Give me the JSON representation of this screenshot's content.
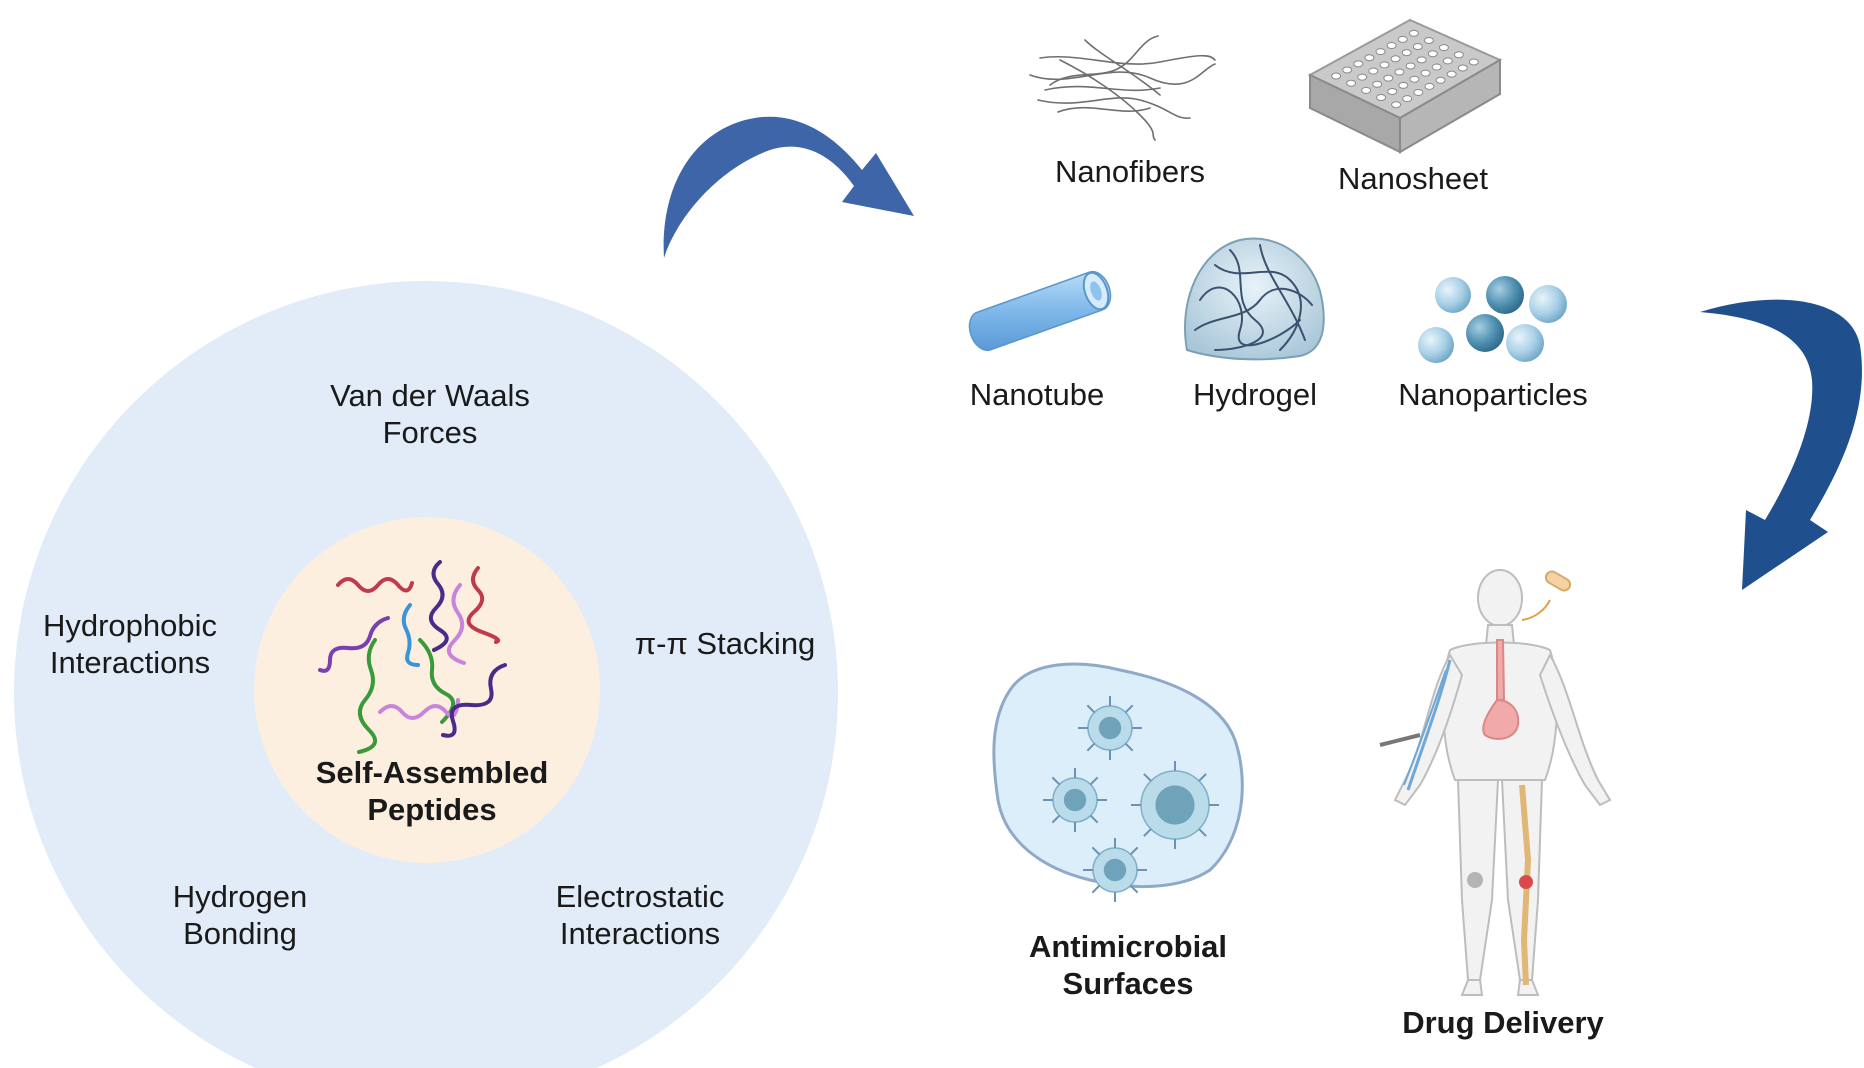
{
  "interactions": {
    "van_der_waals": [
      "Van der Waals",
      "Forces"
    ],
    "hydrophobic": [
      "Hydrophobic",
      "Interactions"
    ],
    "pi_stacking": [
      "π-π Stacking"
    ],
    "hydrogen": [
      "Hydrogen",
      "Bonding"
    ],
    "electrostatic": [
      "Electrostatic",
      "Interactions"
    ]
  },
  "core": {
    "label": [
      "Self-Assembled",
      "Peptides"
    ]
  },
  "nanostructures": {
    "nanofibers": "Nanofibers",
    "nanosheet": "Nanosheet",
    "nanotube": "Nanotube",
    "hydrogel": "Hydrogel",
    "nanoparticles": "Nanoparticles"
  },
  "applications": {
    "antimicrobial": [
      "Antimicrobial",
      "Surfaces"
    ],
    "drug_delivery": "Drug Delivery"
  },
  "colors": {
    "outer_circle": "#e1ecf8",
    "inner_circle": "#fcefe0",
    "arrow": "#3e65a8",
    "cell": "#dceefa"
  }
}
